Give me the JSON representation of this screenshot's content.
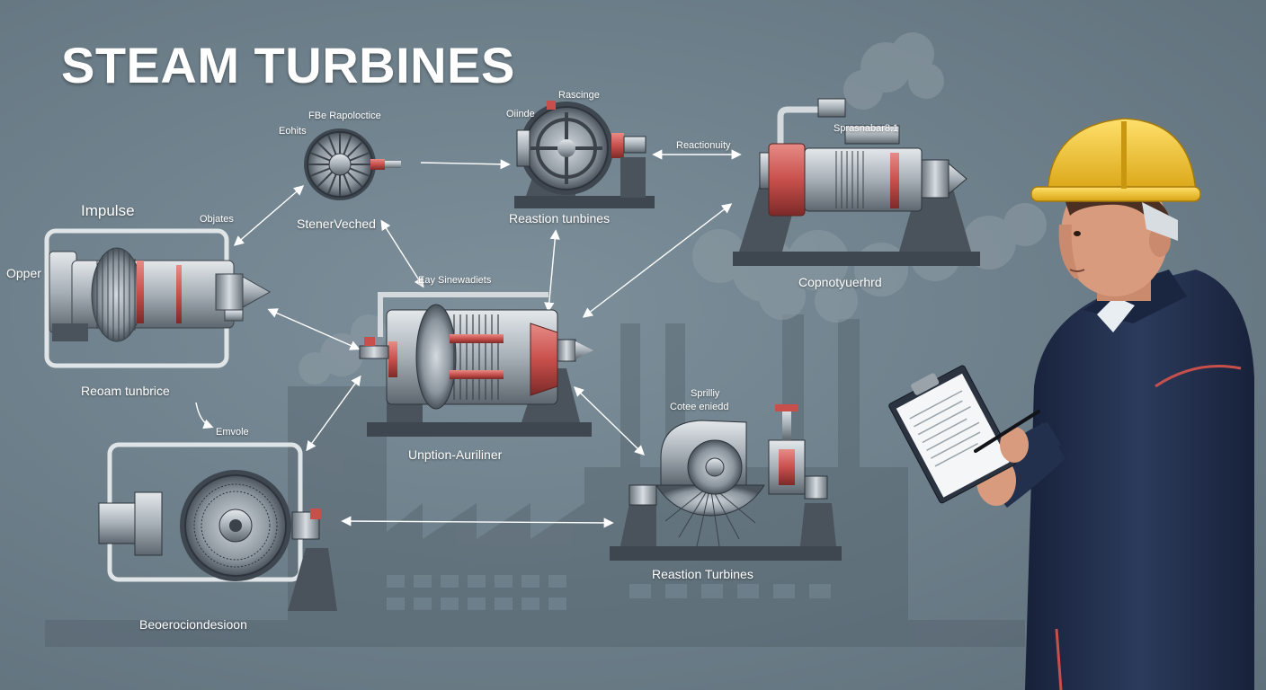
{
  "title": "STEAM TURBINES",
  "colors": {
    "accent_red": "#c95a5a",
    "steel": "#a9b2b8",
    "dark_steel": "#3e4650",
    "helmet": "#f2c230",
    "coverall": "#1f2c45"
  },
  "labels": {
    "impulse": "Impulse",
    "opper": "Opper",
    "objates": "Objates",
    "fbe": "FBe Rapoloctice",
    "eohits": "Eohits",
    "stenerveched": "StenerVeched",
    "oiinde": "Oiinde",
    "rascinge": "Rascinge",
    "reaction_turbines_top": "Reastion tunbines",
    "reactionmy": "Reactionuity",
    "sprasnabar": "Sprasnabar8.1",
    "copnoty": "Copnotyuerhrd",
    "eay_sinewadiets": "Eay Sinewadiets",
    "ream_tunbrice": "Reoam tunbrice",
    "emvolc": "Emvole",
    "unption": "Unption-Auriliner",
    "sprilliy": "Sprilliy",
    "copee_eniedd": "Cotee eniedd",
    "reaction_turbines_bottom": "Reastion Turbines",
    "beoerocion": "Beoerociondesioon"
  }
}
